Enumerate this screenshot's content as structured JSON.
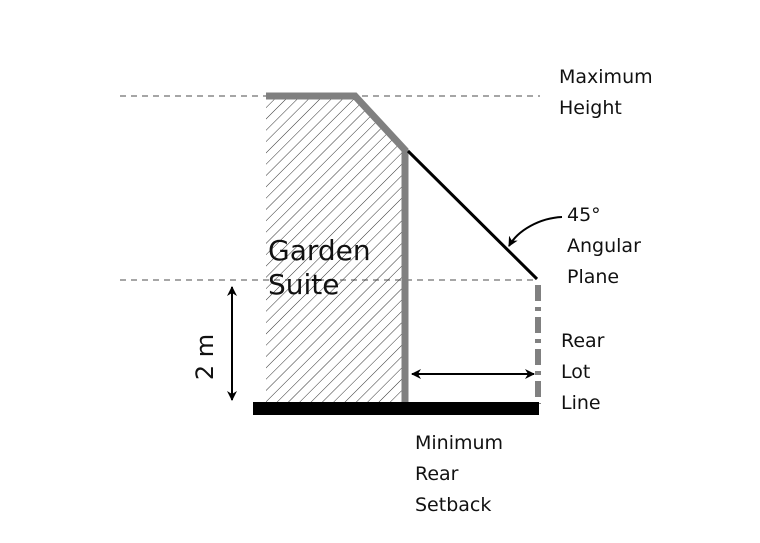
{
  "labels": {
    "max_height": [
      "Maximum",
      "Height"
    ],
    "angular_plane": [
      "45°",
      "Angular",
      "Plane"
    ],
    "rear_lot_line": [
      "Rear",
      "Lot",
      "Line"
    ],
    "min_rear_setback": [
      "Minimum",
      "Rear",
      "Setback"
    ],
    "building": [
      "Garden",
      "Suite"
    ],
    "height_dimension": "2 m"
  },
  "colors": {
    "building_outline": "#808080",
    "ground": "#000000",
    "guide": "#888888"
  }
}
